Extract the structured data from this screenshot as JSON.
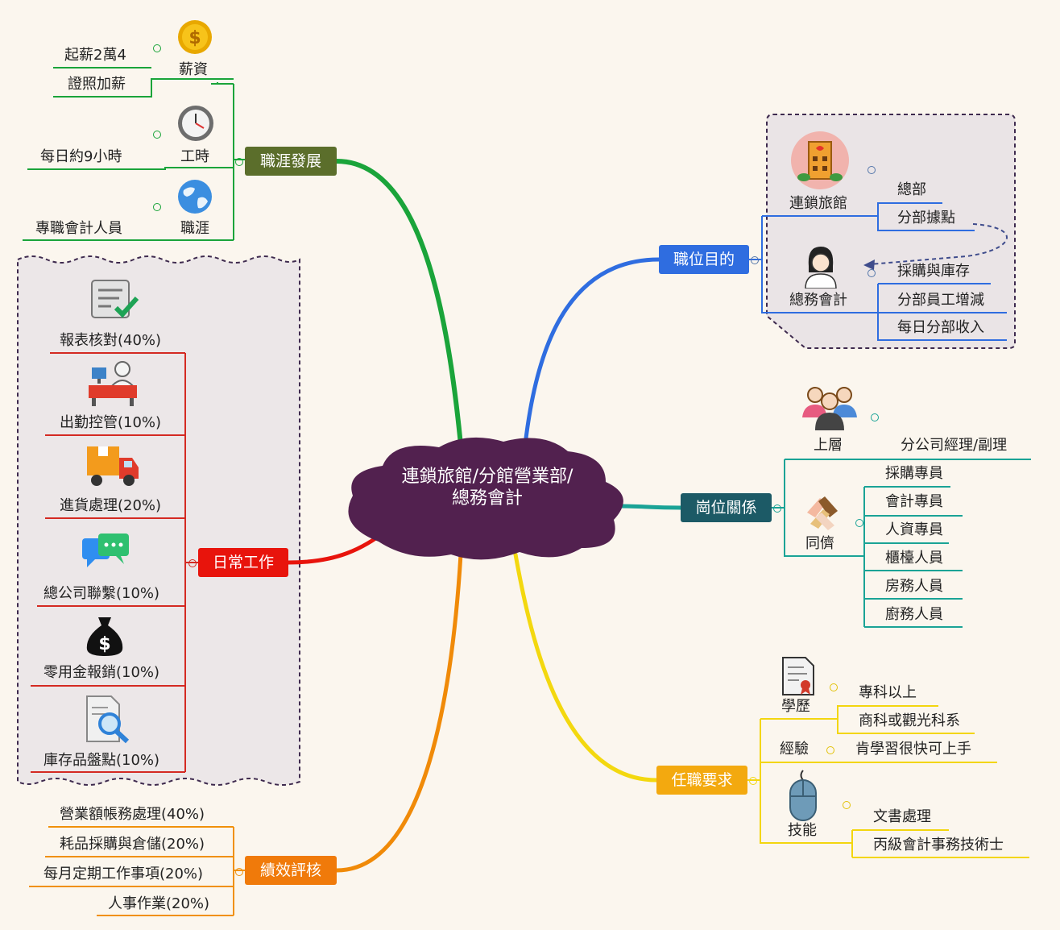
{
  "central": {
    "line1": "連鎖旅館/分館營業部/",
    "line2": "總務會計"
  },
  "colors": {
    "career": "#5b6e2b",
    "daily": "#e8140c",
    "perf": "#f07a0a",
    "purpose": "#2f6de0",
    "relation": "#1c5a66",
    "req": "#f3a90f",
    "cloud": "#52214f"
  },
  "career": {
    "label": "職涯發展",
    "salary": {
      "label": "薪資",
      "items": [
        "起薪2萬4",
        "證照加薪"
      ]
    },
    "hours": {
      "label": "工時",
      "items": [
        "每日約9小時"
      ]
    },
    "path": {
      "label": "職涯",
      "items": [
        "專職會計人員"
      ]
    }
  },
  "daily": {
    "label": "日常工作",
    "items": [
      "報表核對(40%)",
      "出勤控管(10%)",
      "進貨處理(20%)",
      "總公司聯繫(10%)",
      "零用金報銷(10%)",
      "庫存品盤點(10%)"
    ]
  },
  "perf": {
    "label": "績效評核",
    "items": [
      "營業額帳務處理(40%)",
      "耗品採購與倉儲(20%)",
      "每月定期工作事項(20%)",
      "人事作業(20%)"
    ]
  },
  "purpose": {
    "label": "職位目的",
    "hotel": {
      "label": "連鎖旅館",
      "items": [
        "總部",
        "分部據點"
      ]
    },
    "accountant": {
      "label": "總務會計",
      "items": [
        "採購與庫存",
        "分部員工增減",
        "每日分部收入"
      ]
    }
  },
  "relation": {
    "label": "崗位關係",
    "upper": {
      "label": "上層",
      "items": [
        "分公司經理/副理"
      ]
    },
    "peer": {
      "label": "同儕",
      "items": [
        "採購專員",
        "會計專員",
        "人資專員",
        "櫃檯人員",
        "房務人員",
        "廚務人員"
      ]
    }
  },
  "req": {
    "label": "任職要求",
    "edu": {
      "label": "學歷",
      "items": [
        "專科以上",
        "商科或觀光科系"
      ]
    },
    "exp": {
      "label": "經驗",
      "items": [
        "肯學習很快可上手"
      ]
    },
    "skill": {
      "label": "技能",
      "items": [
        "文書處理",
        "丙級會計事務技術士"
      ]
    }
  }
}
